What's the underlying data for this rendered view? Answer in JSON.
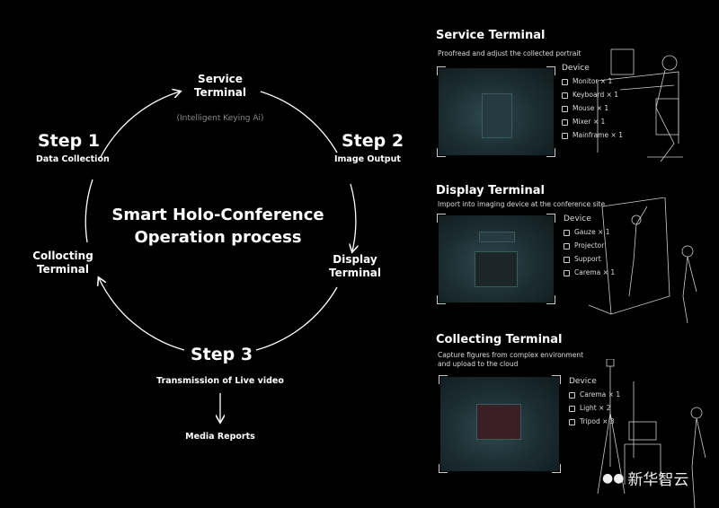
{
  "diagram": {
    "title_line1": "Smart Holo-Conference",
    "title_line2": "Operation process",
    "service_terminal": "Service\nTerminal",
    "keying_note": "(Intelligent Keying Ai)",
    "step1": {
      "label": "Step 1",
      "desc": "Data Collection"
    },
    "step2": {
      "label": "Step 2",
      "desc": "Image Output"
    },
    "step3": {
      "label": "Step 3",
      "desc": "Transmission of Live video"
    },
    "display_terminal": "Display\nTerminal",
    "collocting_terminal": "Collocting\nTerminal",
    "media_reports": "Media Reports"
  },
  "sections": [
    {
      "title": "Service Terminal",
      "desc": "Proofread and adjust the collected portrait",
      "device_header": "Device",
      "devices": [
        "Monitor × 1",
        "Keyboard × 1",
        "Mouse × 1",
        "Mixer × 1",
        "Mainframe × 1"
      ]
    },
    {
      "title": "Display Terminal",
      "desc": "Import into imaging device at the conference site",
      "device_header": "Device",
      "devices": [
        "Gauze × 1",
        "Projector",
        "Support",
        "Carema × 1"
      ]
    },
    {
      "title": "Collecting Terminal",
      "desc": "Capture figures from complex environment and upload to the cloud",
      "device_header": "Device",
      "devices": [
        "Carema × 1",
        "Light × 2",
        "Tripod × 3"
      ]
    }
  ],
  "watermark": "新华智云"
}
